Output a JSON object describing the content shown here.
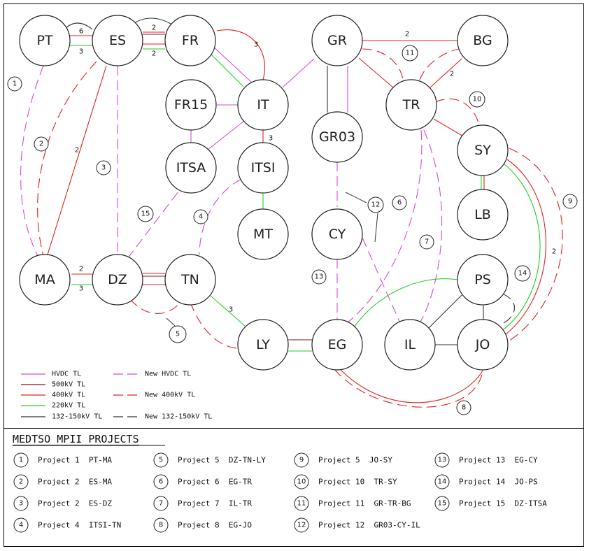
{
  "title": "MEDTSO MPII PROJECTS",
  "colors": {
    "hvdc": "#d64ad6",
    "kv500": "#8b1020",
    "kv400": "#e02020",
    "kv220": "#22cc22",
    "kv150": "#333333"
  },
  "nodes": {
    "PT": "PT",
    "ES": "ES",
    "FR": "FR",
    "IT": "IT",
    "FR15": "FR15",
    "ITSA": "ITSA",
    "ITSI": "ITSI",
    "MT": "MT",
    "GR": "GR",
    "GR03": "GR03",
    "CY": "CY",
    "BG": "BG",
    "TR": "TR",
    "SY": "SY",
    "LB": "LB",
    "PS": "PS",
    "JO": "JO",
    "IL": "IL",
    "EG": "EG",
    "LY": "LY",
    "TN": "TN",
    "DZ": "DZ",
    "MA": "MA"
  },
  "line_labels": {
    "pt_es_top": "6",
    "pt_es_bot": "3",
    "es_fr_top": "2",
    "es_fr_bot": "2",
    "fr_it_arc": "3",
    "it_itsi": "3",
    "gr_bg": "2",
    "tr_bg": "2",
    "es_ma": "2",
    "ma_dz_top": "2",
    "ma_dz_bot": "3",
    "tn_ly": "3",
    "sy_jo": "2"
  },
  "markers": {
    "m1": "1",
    "m2": "2",
    "m3": "3",
    "m4": "4",
    "m5": "5",
    "m6": "6",
    "m7": "7",
    "m8": "8",
    "m9": "9",
    "m10": "10",
    "m11": "11",
    "m12": "12",
    "m13": "13",
    "m14": "14",
    "m15": "15"
  },
  "legend": {
    "hvdc": "HVDC TL",
    "new_hvdc": "New HVDC TL",
    "kv500": "500kV TL",
    "kv400": "400kV TL",
    "new_kv400": "New 400kV TL",
    "kv220": "220kV TL",
    "kv150": "132-150kV TL",
    "new_kv150": "New 132-150kV TL"
  },
  "projects": [
    {
      "num": "1",
      "text": "Project 1  PT-MA"
    },
    {
      "num": "2",
      "text": "Project 2  ES-MA"
    },
    {
      "num": "3",
      "text": "Project 2  ES-DZ"
    },
    {
      "num": "4",
      "text": "Project 4  ITSI-TN"
    },
    {
      "num": "5",
      "text": "Project 5  DZ-TN-LY"
    },
    {
      "num": "6",
      "text": "Project 6  EG-TR"
    },
    {
      "num": "7",
      "text": "Project 7  IL-TR"
    },
    {
      "num": "8",
      "text": "Project 8  EG-JO"
    },
    {
      "num": "9",
      "text": "Project 5  JO-SY"
    },
    {
      "num": "10",
      "text": "Project 10  TR-SY"
    },
    {
      "num": "11",
      "text": "Project 11  GR-TR-BG"
    },
    {
      "num": "12",
      "text": "Project 12  GR03-CY-IL"
    },
    {
      "num": "13",
      "text": "Project 13  EG-CY"
    },
    {
      "num": "14",
      "text": "Project 14  JO-PS"
    },
    {
      "num": "15",
      "text": "Project 15  DZ-ITSA"
    }
  ]
}
